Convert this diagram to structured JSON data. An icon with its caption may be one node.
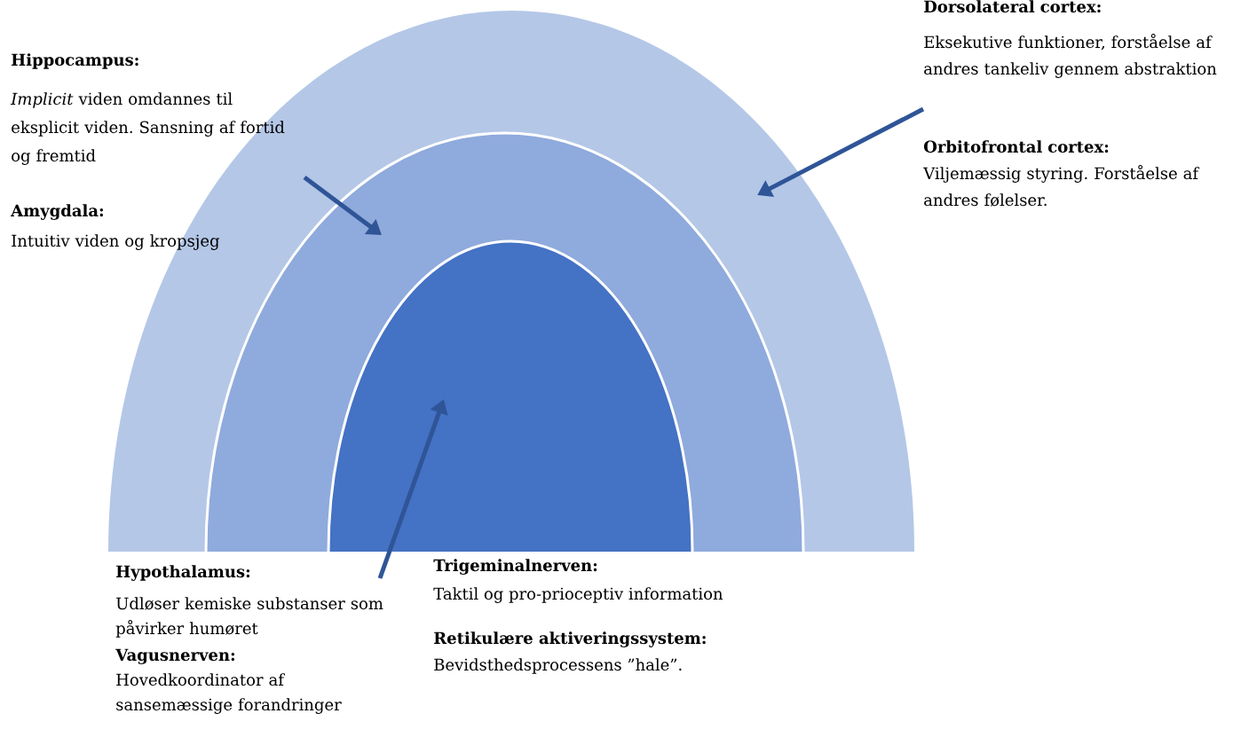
{
  "diagram": {
    "nodes": [
      {
        "text": [],
        "shape": "arch"
      },
      {
        "text": [],
        "shape": "arch",
        "in": 0
      },
      {
        "text": [],
        "shape": "arch",
        "in": 1
      },
      {
        "text": [
          "Hippocampus:",
          "*Implicit* viden omdannes til eksplicit viden. Sansning af fortid og fremtid",
          "Amygdala:",
          "Intuitiv viden og kropsjeg"
        ]
      },
      {
        "text": [
          "Dorsolateral cortex:",
          "Eksekutive funktioner, forståelse af andres tankeliv gennem abstraktion",
          "Orbitofrontal cortex:",
          "Viljemæssig styring. Forståelse af andres følelser."
        ]
      },
      {
        "text": [
          "Hypothalamus:",
          "Udløser kemiske substanser som påvirker humøret",
          "Vagusnerven:",
          "Hovedkoordinator af sansemæssige forandringer"
        ]
      }
    ],
    "edges": [
      {
        "from": 3,
        "to": 1,
        "arrow": "to"
      },
      {
        "from": 4,
        "to": 0,
        "arrow": "to"
      },
      {
        "from": 5,
        "to": 2,
        "arrow": "to"
      }
    ],
    "labels": [
      "Trigeminalnerven:",
      "Taktil og pro-prioceptiv information",
      "Retikulære aktiveringssystem:",
      "Bevidsthedsprocessens ”hale”."
    ]
  }
}
